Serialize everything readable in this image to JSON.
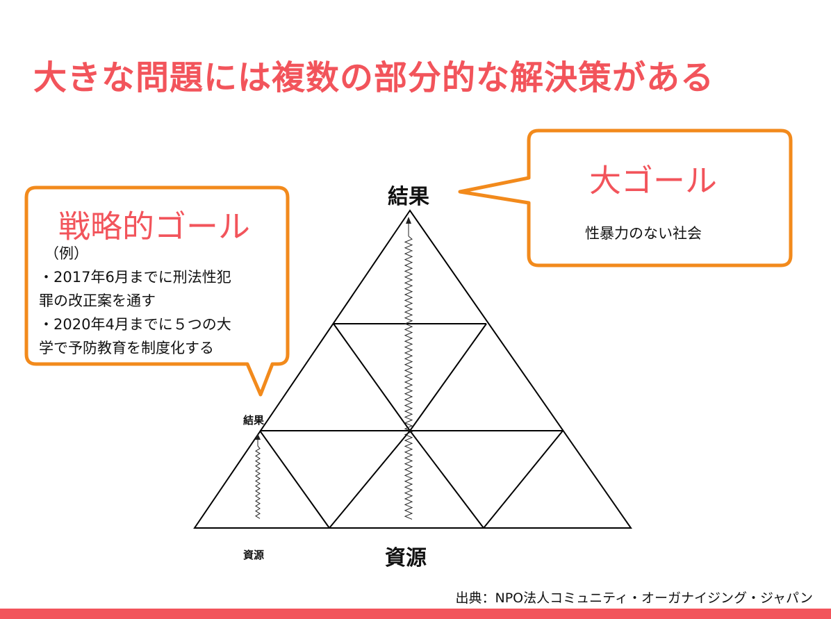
{
  "title": "大きな問題には複数の部分的な解決策がある",
  "big_goal": {
    "heading": "大ゴール",
    "text": "性暴力のない社会"
  },
  "strategic_goal": {
    "heading": "戦略的ゴール",
    "lines": [
      "（例）",
      "・2017年6月までに刑法性犯",
      "罪の改正案を通す",
      "・2020年4月までに５つの大",
      "学で予防教育を制度化する"
    ]
  },
  "pyramid": {
    "top_label": "結果",
    "bottom_label": "資源",
    "small_top_label": "結果",
    "small_bottom_label": "資源"
  },
  "source": "出典：NPO法人コミュニティ・オーガナイジング・ジャパン",
  "colors": {
    "accent": "#f2545b",
    "callout_border": "#f28a1c",
    "line": "#000000"
  }
}
